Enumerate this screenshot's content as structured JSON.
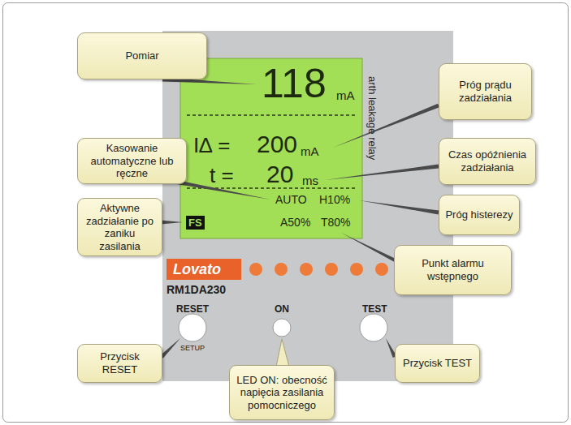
{
  "diagram": {
    "nodes": [
      {
        "text": [
          "Pomiar"
        ]
      },
      {
        "text": [
          "Próg prądu zadziałania"
        ]
      },
      {
        "text": [
          "Kasowanie automatyczne lub ręczne"
        ]
      },
      {
        "text": [
          "Czas opóźnienia zadziałania"
        ]
      },
      {
        "text": [
          "Aktywne zadziałanie po zaniku zasilania"
        ]
      },
      {
        "text": [
          "Próg histerezy"
        ]
      },
      {
        "text": [
          "Punkt alarmu wstępnego"
        ]
      },
      {
        "text": [
          "Przycisk RESET"
        ]
      },
      {
        "text": [
          "LED ON: obecność napięcia zasilania pomocniczego"
        ]
      },
      {
        "text": [
          "Przycisk TEST"
        ]
      }
    ],
    "labels": [
      "118",
      "mA",
      "I∆ =",
      "200",
      "mA",
      "t =",
      "20",
      "ms",
      "AUTO",
      "H10%",
      "FS",
      "A50%",
      "T80%",
      "arth leakage relay",
      "Lovato",
      "RM1DA230",
      "RESET",
      "SETUP",
      "ON",
      "TEST"
    ]
  }
}
